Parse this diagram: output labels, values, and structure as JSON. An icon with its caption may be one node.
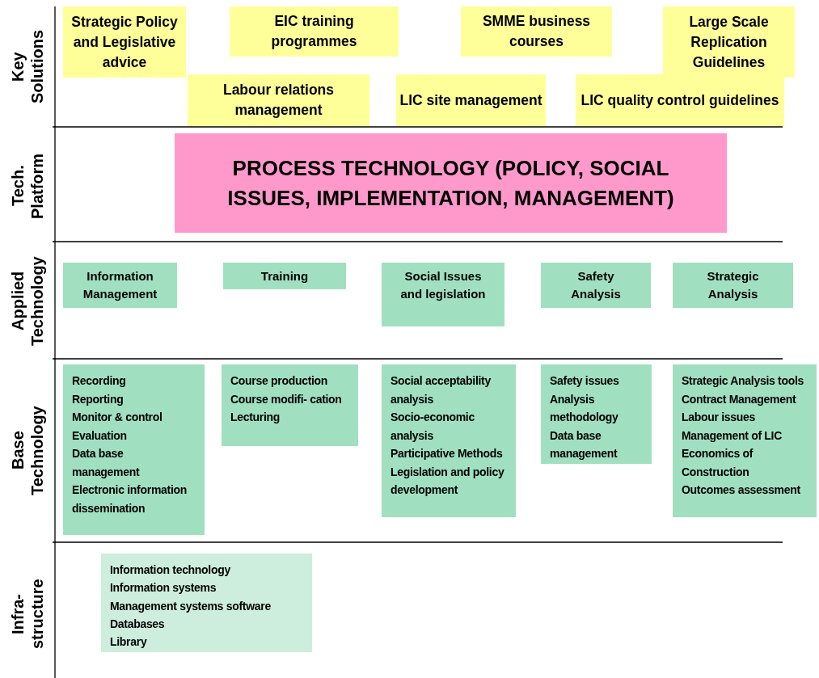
{
  "diagram": {
    "nodes": [
      {
        "text": [
          "Strategic Policy and Legislative advice"
        ]
      },
      {
        "text": [
          "EIC training programmes"
        ]
      },
      {
        "text": [
          "SMME business courses"
        ]
      },
      {
        "text": [
          "Large Scale Replication Guidelines"
        ]
      },
      {
        "text": [
          "Labour relations management"
        ]
      },
      {
        "text": [
          "LIC site management"
        ]
      },
      {
        "text": [
          "LIC quality control guidelines"
        ]
      },
      {
        "text": [
          "PROCESS TECHNOLOGY (POLICY, SOCIAL ISSUES, IMPLEMENTATION, MANAGEMENT)"
        ]
      },
      {
        "text": [
          "Information Management"
        ]
      },
      {
        "text": [
          "Training"
        ]
      },
      {
        "text": [
          "Social Issues and legislation"
        ]
      },
      {
        "text": [
          "Safety Analysis"
        ]
      },
      {
        "text": [
          "Strategic Analysis"
        ]
      },
      {
        "text": [
          "Recording",
          "Reporting",
          "Monitor & control",
          "Evaluation",
          "Data base management",
          "Electronic information dissemination"
        ]
      },
      {
        "text": [
          "Course production",
          "Course modifi- cation",
          "Lecturing"
        ]
      },
      {
        "text": [
          "Social acceptability analysis",
          "Socio-economic analysis",
          "Participative Methods",
          "Legislation and policy development"
        ]
      },
      {
        "text": [
          "Safety issues",
          "Analysis methodology",
          "Data base management"
        ]
      },
      {
        "text": [
          "Strategic Analysis tools",
          "Contract Management",
          "Labour issues",
          "Management of LIC",
          "Economics of Construction",
          "Outcomes assessment"
        ]
      },
      {
        "text": [
          "Information technology",
          "Information systems",
          "Management systems software",
          "Databases",
          "Library"
        ]
      }
    ],
    "labels": [
      "Key Solutions",
      "Tech. Platform",
      "Applied Technology",
      "Base Technology",
      "Infra- structure"
    ]
  }
}
